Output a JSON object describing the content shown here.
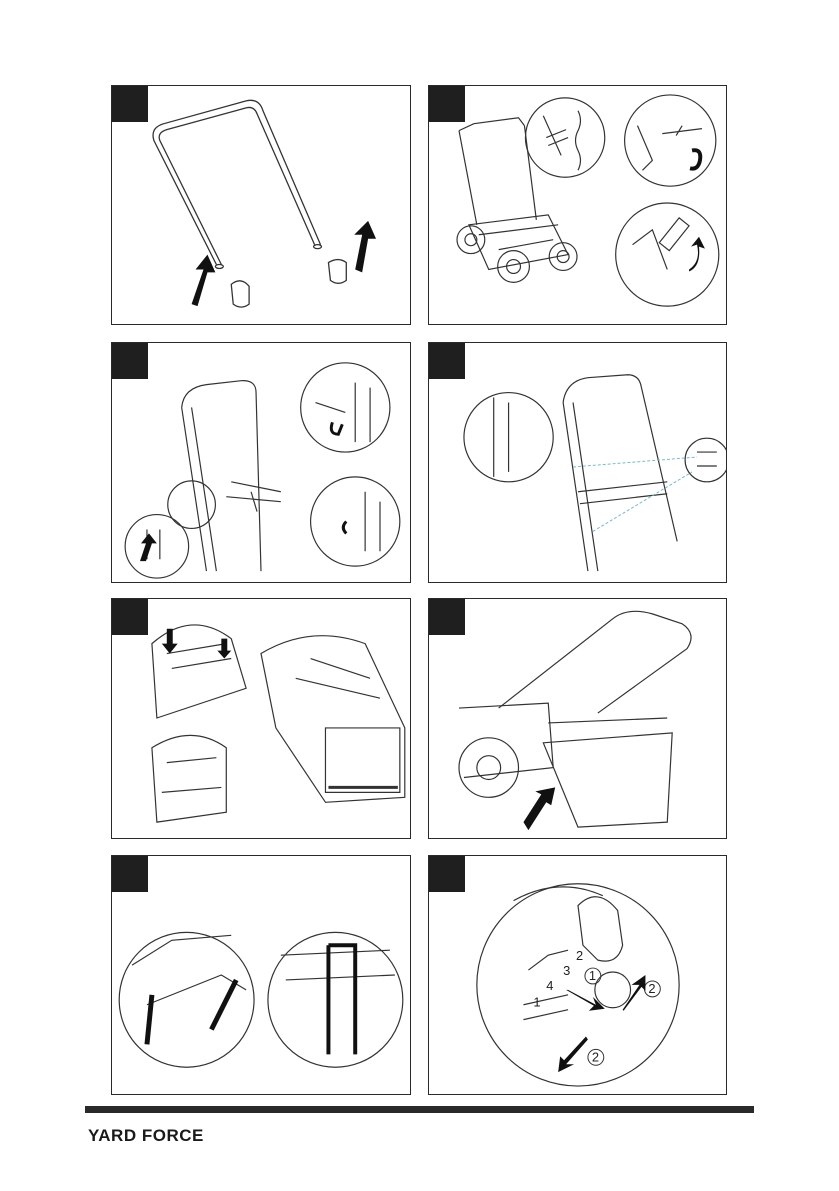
{
  "footer": {
    "brand": "YARD FORCE"
  },
  "panels": [
    {
      "id": "handle-upper",
      "callouts": []
    },
    {
      "id": "mower-side-view",
      "callouts": []
    },
    {
      "id": "handle-fastening",
      "callouts": []
    },
    {
      "id": "cable-routing",
      "callouts": []
    },
    {
      "id": "grass-box-assembly",
      "callouts": []
    },
    {
      "id": "grass-box-attach",
      "callouts": []
    },
    {
      "id": "handle-lower-detail",
      "callouts": []
    },
    {
      "id": "height-adjust",
      "callouts": [
        "1",
        "2",
        "2"
      ],
      "scale_labels": [
        "2",
        "3",
        "4",
        "1"
      ]
    }
  ]
}
